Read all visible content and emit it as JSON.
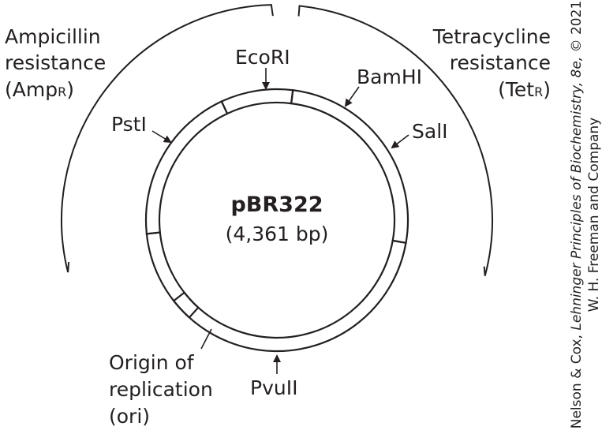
{
  "plasmid": {
    "name": "pBR322",
    "size": "(4,361 bp)"
  },
  "colors": {
    "base": "#fef6d0",
    "amp": "#a8d383",
    "tet": "#84a8d8",
    "ori": "#a98864",
    "outline": "#231f20"
  },
  "regions": {
    "amp_label": [
      "Ampicillin",
      "resistance",
      "(Amp",
      "R",
      ")"
    ],
    "tet_label": [
      "Tetracycline",
      "resistance",
      "(Tet",
      "R",
      ")"
    ],
    "ori_label": [
      "Origin of",
      "replication",
      "(ori)"
    ]
  },
  "sites": {
    "ecori": "EcoRI",
    "bamhi": "BamHI",
    "sali": "SalI",
    "psti": "PstI",
    "pvuii": "PvuII"
  },
  "credit": {
    "line1_pre": "Nelson & Cox, ",
    "line1_book": "Lehninger Principles of Biochemistry, 8e,",
    "line1_post": " © 2021",
    "line2": "W. H. Freeman and Company"
  }
}
